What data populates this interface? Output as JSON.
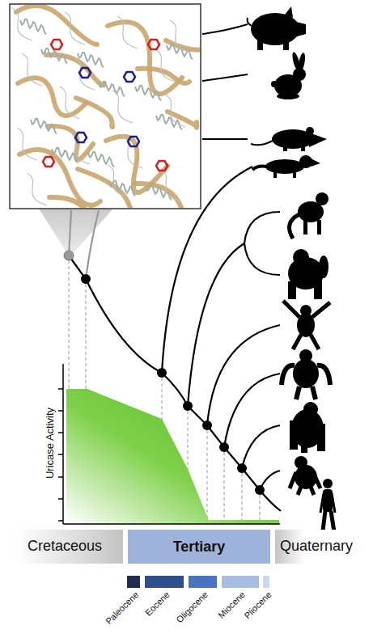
{
  "diagram": {
    "nodes": [
      {
        "text": [
          "Cretaceous"
        ]
      },
      {
        "text": [
          "Tertiary"
        ]
      },
      {
        "text": [
          "Quaternary"
        ]
      },
      {
        "text": [
          "Paleocene"
        ]
      },
      {
        "text": [
          "Eocene"
        ]
      },
      {
        "text": [
          "Oligocene"
        ]
      },
      {
        "text": [
          "Miocene"
        ]
      },
      {
        "text": [
          "Pliocene"
        ]
      }
    ],
    "labels": [
      "Uricase Activity"
    ]
  }
}
